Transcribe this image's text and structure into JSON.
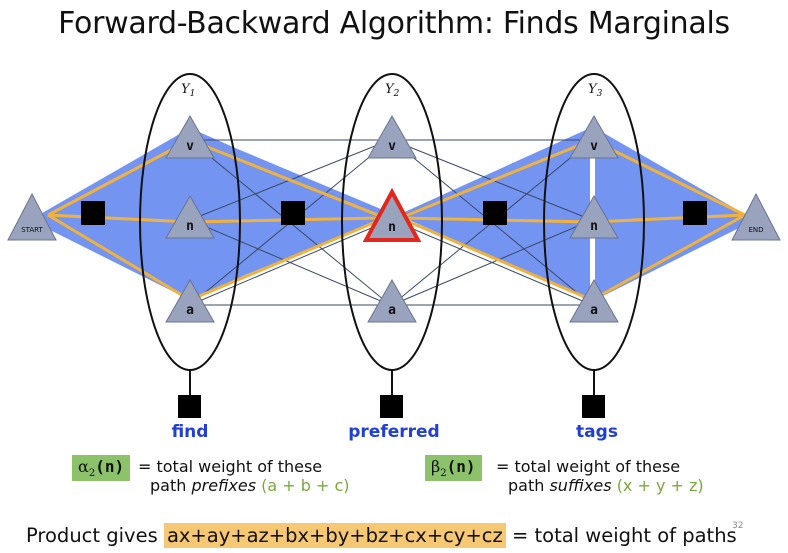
{
  "title": "Forward-Backward Algorithm: Finds Marginals",
  "variables": [
    "Y1",
    "Y2",
    "Y3"
  ],
  "start_label": "START",
  "end_label": "END",
  "tags": [
    "v",
    "n",
    "a"
  ],
  "words": [
    "find",
    "preferred",
    "tags"
  ],
  "highlighted_node": "n (Y2)",
  "colors": {
    "path_yellow": "#f0b23c",
    "region_blue": "#6b8ef0",
    "node_gray": "#9aa3bd",
    "highlight_red": "#e0281c",
    "word_blue": "#1f3fd6",
    "alpha_box_green": "#8cc26a",
    "formula_green": "#7aa83c",
    "product_highlight": "#f7c873"
  },
  "alpha": {
    "symbol": "α",
    "sub": "2",
    "arg": "(n)",
    "text1": "= total weight of these",
    "text2": "path",
    "italic": "prefixes",
    "formula": "(a + b + c)"
  },
  "beta": {
    "symbol": "β",
    "sub": "2",
    "arg": "(n)",
    "text1": "= total weight of these",
    "text2": "path",
    "italic": "suffixes",
    "formula": "(x + y + z)"
  },
  "bottom": {
    "prefix": "Product gives",
    "product": "ax+ay+az+bx+by+bz+cx+cy+cz",
    "suffix": "= total weight of paths"
  },
  "page_number": "32"
}
